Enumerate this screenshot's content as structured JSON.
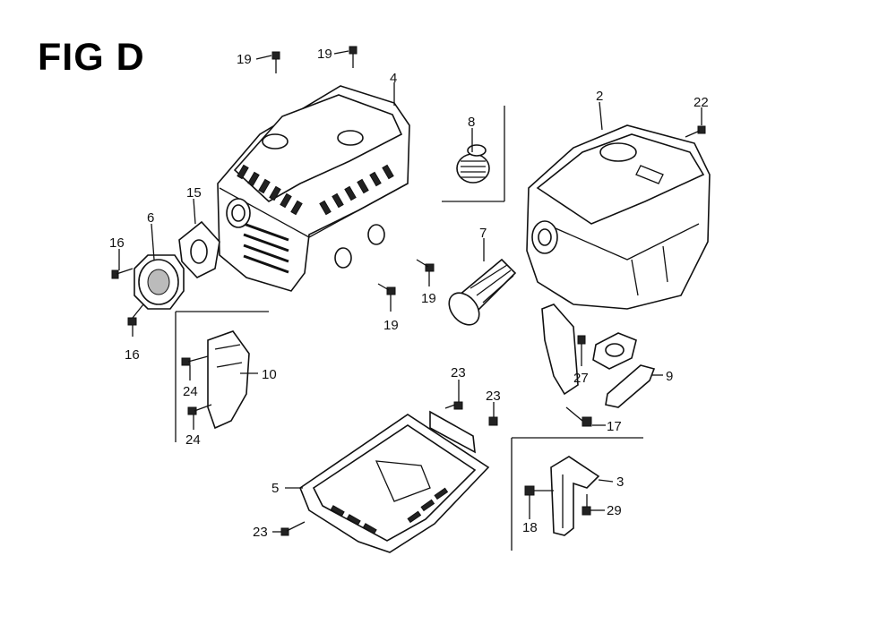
{
  "figure": {
    "title": "FIG D"
  },
  "callouts": {
    "c19a": "19",
    "c19b": "19",
    "c4": "4",
    "c8": "8",
    "c2": "2",
    "c22": "22",
    "c15": "15",
    "c6": "6",
    "c16a": "16",
    "c16b": "16",
    "c19c": "19",
    "c19d": "19",
    "c7": "7",
    "c10": "10",
    "c24a": "24",
    "c24b": "24",
    "c27": "27",
    "c9": "9",
    "c17": "17",
    "c23a": "23",
    "c23b": "23",
    "c23c": "23",
    "c5": "5",
    "c3": "3",
    "c18": "18",
    "c29": "29"
  },
  "colors": {
    "ink": "#111111",
    "background": "#ffffff"
  }
}
